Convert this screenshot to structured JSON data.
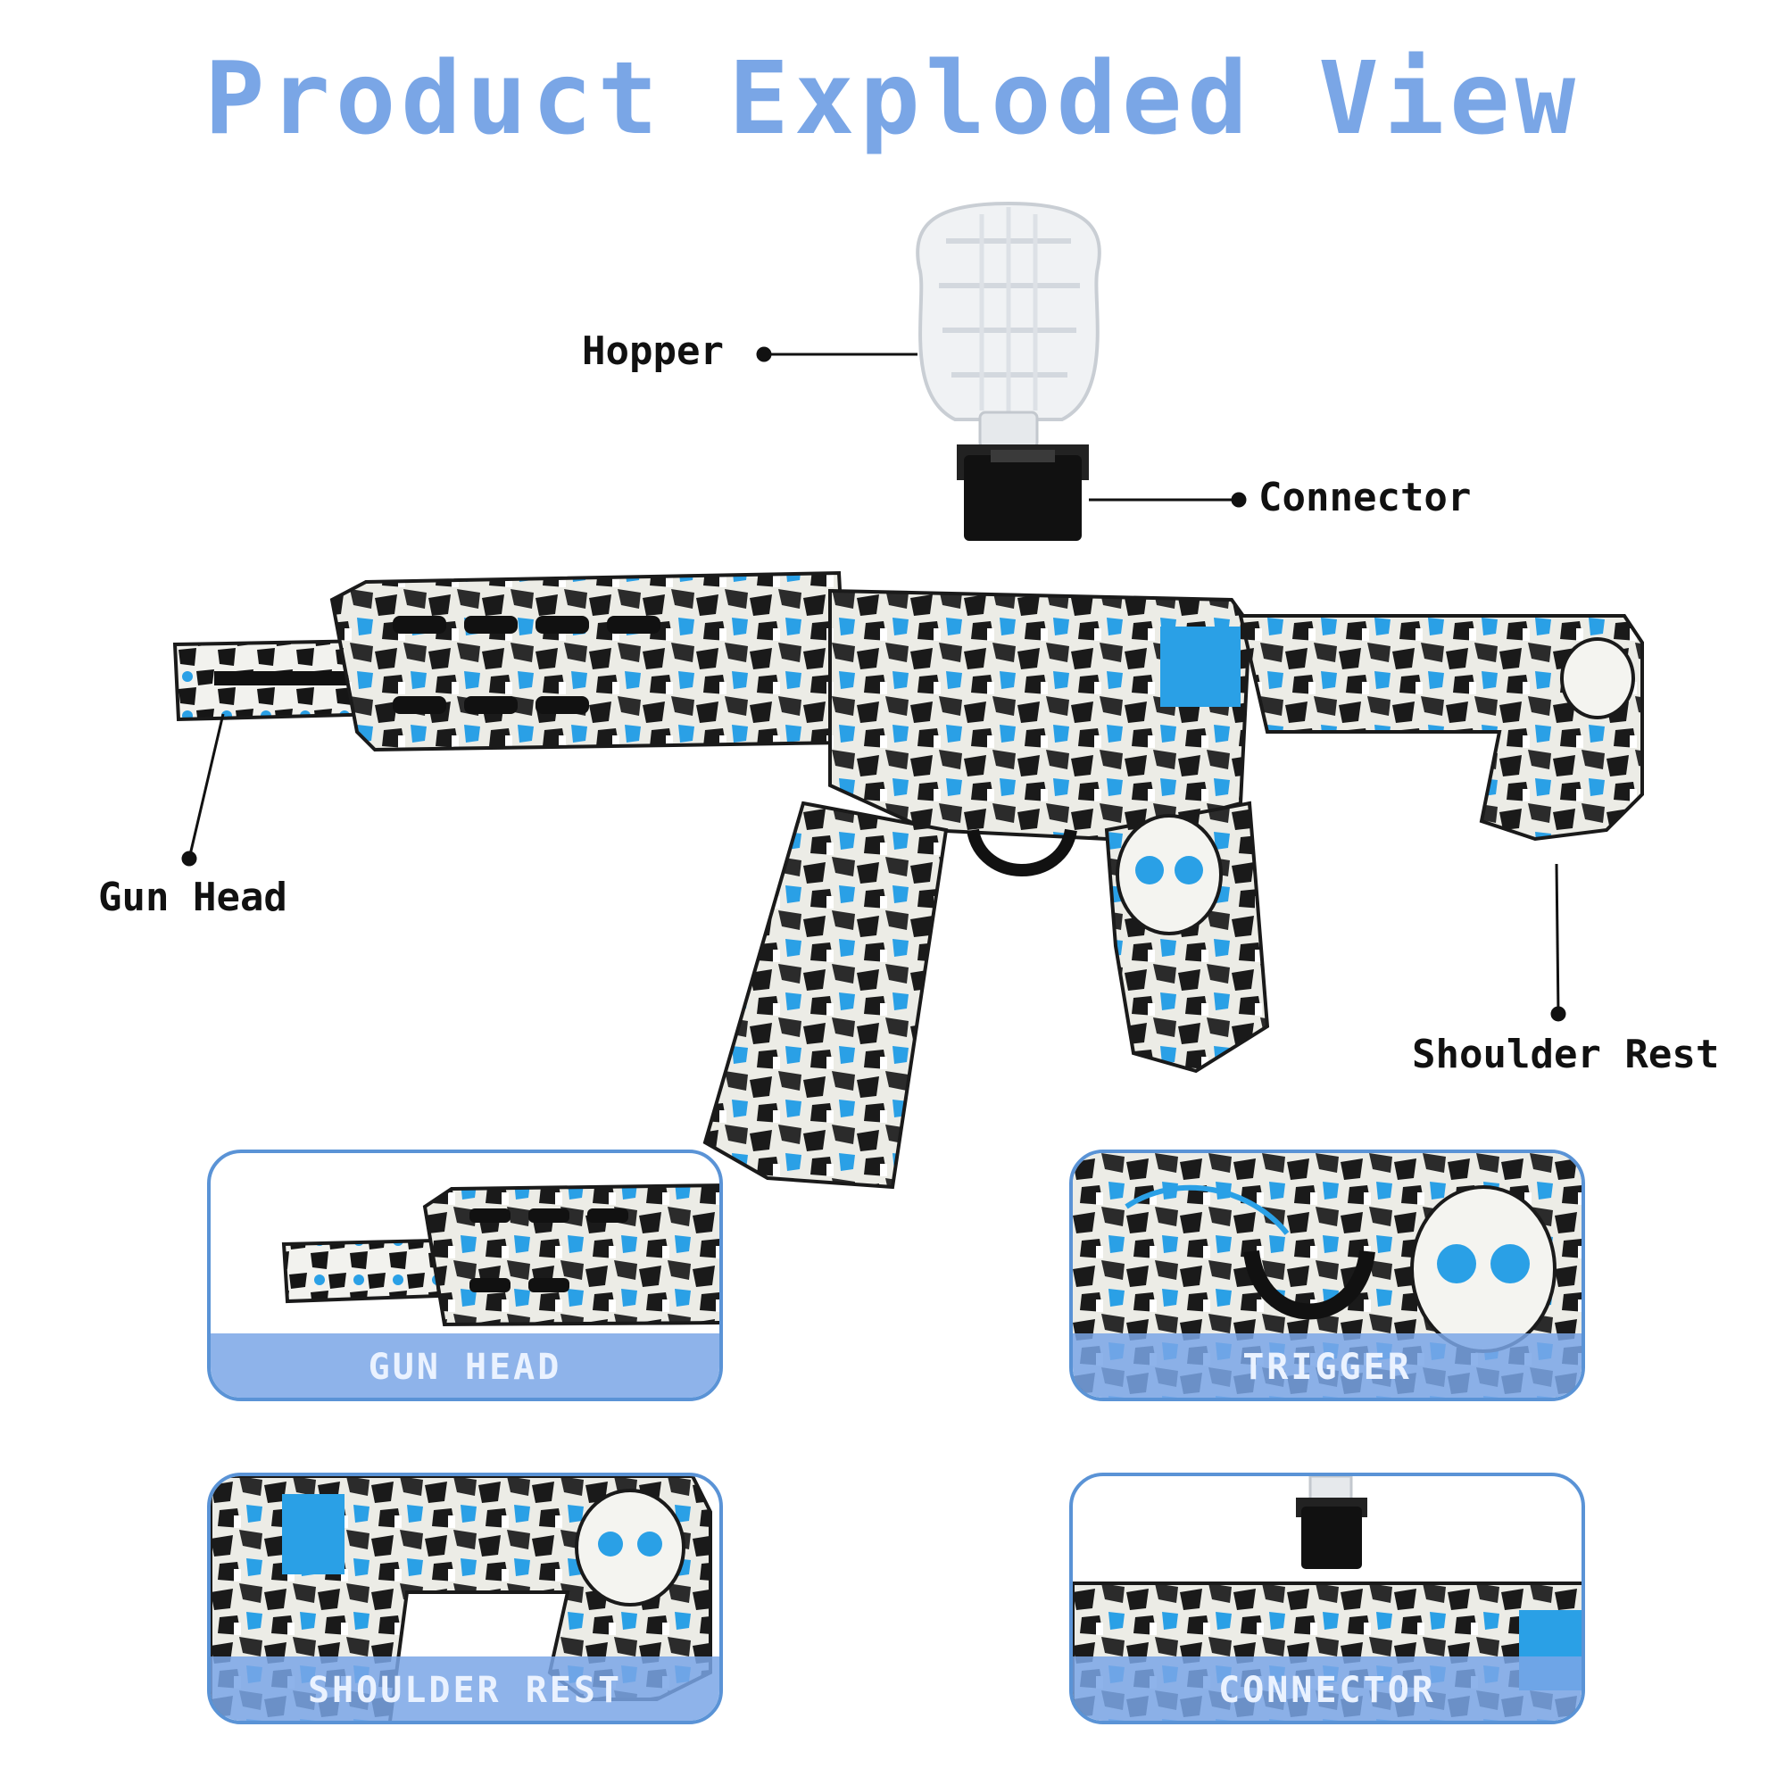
{
  "title": "Product Exploded View",
  "callouts": {
    "hopper": "Hopper",
    "connector": "Connector",
    "gun_head": "Gun Head",
    "shoulder_rest": "Shoulder Rest"
  },
  "panels": [
    {
      "label": "GUN HEAD"
    },
    {
      "label": "TRIGGER"
    },
    {
      "label": "SHOULDER REST"
    },
    {
      "label": "CONNECTOR"
    }
  ],
  "colors": {
    "accent": "#7aa6e6",
    "border": "#5a93d6",
    "gun_blue": "#2aa0e6",
    "gun_dark": "#1a1a1a",
    "gun_light": "#ecece6"
  }
}
